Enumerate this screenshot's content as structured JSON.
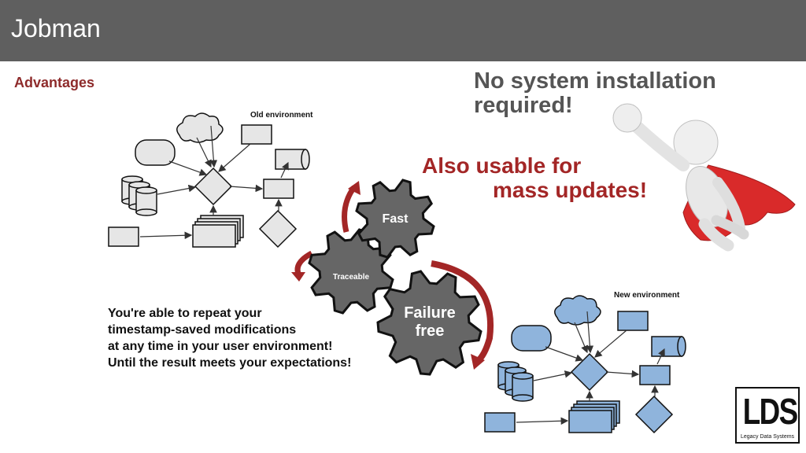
{
  "header": {
    "title": "Jobman"
  },
  "section": {
    "subtitle": "Advantages"
  },
  "headline": {
    "text": "No system installation required!"
  },
  "mass_updates": {
    "line1": "Also usable for",
    "line2": "mass updates!"
  },
  "diagrams": {
    "old_label": "Old environment",
    "new_label": "New environment"
  },
  "gears": {
    "fast": "Fast",
    "traceable": "Traceable",
    "failure_line1": "Failure",
    "failure_line2": "free"
  },
  "body": {
    "lines": [
      "You're able to repeat your",
      "timestamp-saved modifications",
      "at any time in your user environment!",
      "Until the result meets your expectations!"
    ]
  },
  "logo": {
    "letters": "LDS",
    "subtitle": "Legacy Data Systems"
  },
  "colors": {
    "title_bar": "#5f5f5f",
    "accent_red": "#a32626",
    "gear_gray": "#666666",
    "new_env_blue": "#8fb4dc",
    "old_env_gray": "#e0e0e0"
  }
}
